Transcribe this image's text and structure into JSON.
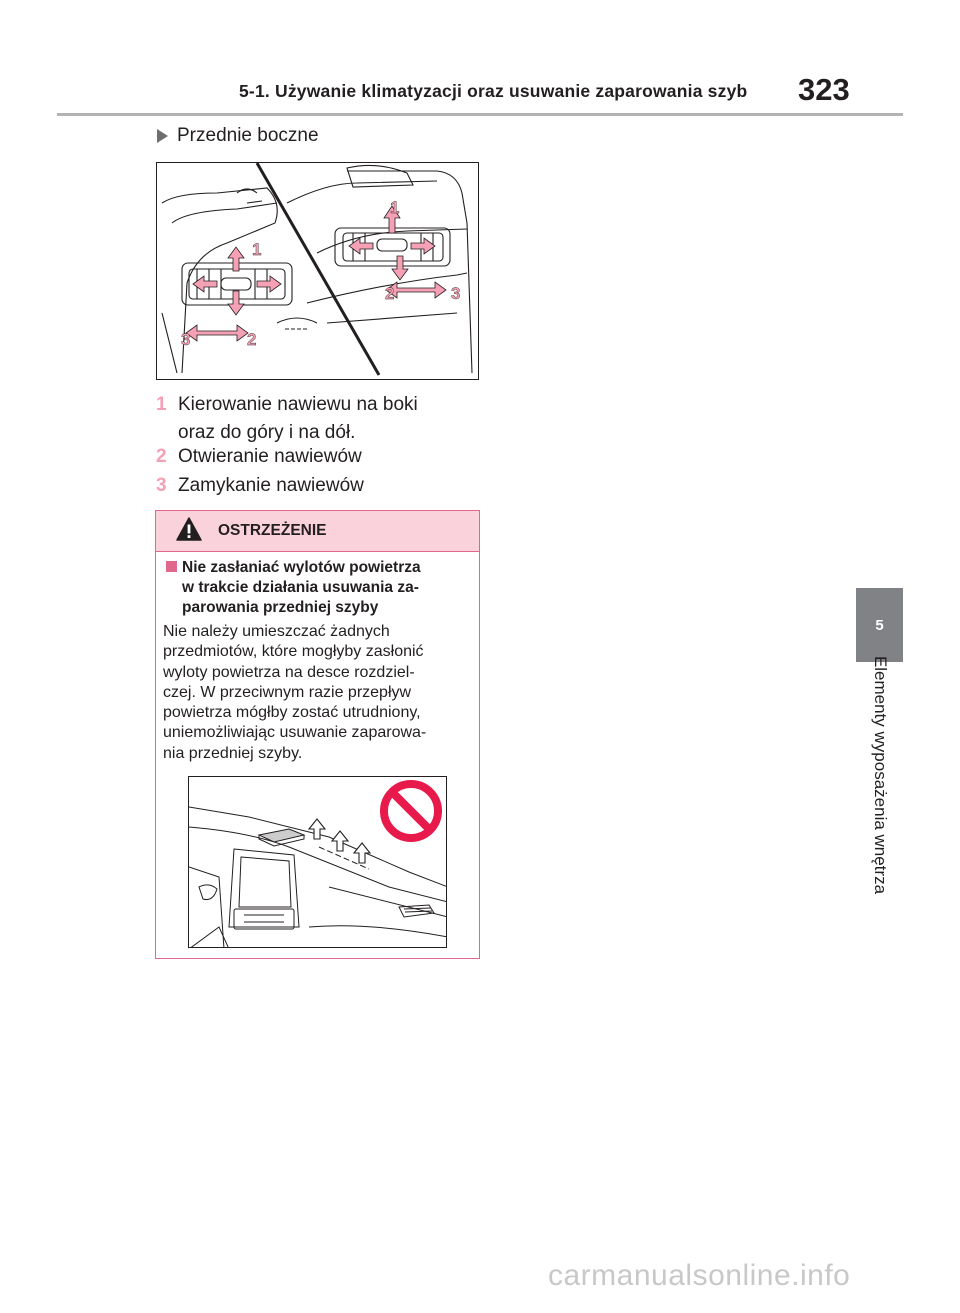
{
  "header": {
    "section_title": "5-1. Używanie klimatyzacji oraz usuwanie zaparowania szyb",
    "page_number": "323"
  },
  "subheading": "Przednie boczne",
  "figure_labels": [
    "1",
    "2",
    "3",
    "1",
    "2",
    "3"
  ],
  "legend": [
    {
      "num": "1",
      "lines": [
        "Kierowanie nawiewu na boki",
        "oraz do góry i na dół."
      ]
    },
    {
      "num": "2",
      "lines": [
        "Otwieranie nawiewów"
      ]
    },
    {
      "num": "3",
      "lines": [
        "Zamykanie nawiewów"
      ]
    }
  ],
  "warning": {
    "title": "OSTRZEŻENIE",
    "subheading_lines": [
      "Nie zasłaniać wylotów powietrza",
      "w trakcie działania usuwania za-",
      "parowania przedniej szyby"
    ],
    "body_lines": [
      "Nie należy umieszczać żadnych",
      "przedmiotów, które mogłyby zasłonić",
      "wyloty powietrza na desce rozdziel-",
      "czej. W przeciwnym razie przepływ",
      "powietrza mógłby zostać utrudniony,",
      "uniemożliwiając usuwanie zaparowa-",
      "nia przedniej szyby."
    ]
  },
  "side_tab": {
    "number": "5",
    "label": "Elementy wyposażenia wnętrza"
  },
  "watermark": "carmanualsonline.info",
  "colors": {
    "accent_pink": "#e0688c",
    "legend_num": "#f5a0b4",
    "warning_bg": "#f9d2dc",
    "tab_gray": "#808285"
  },
  "icons": [
    "triangle-bullet-icon",
    "warning-triangle-icon",
    "prohibition-icon",
    "square-bullet-icon"
  ]
}
